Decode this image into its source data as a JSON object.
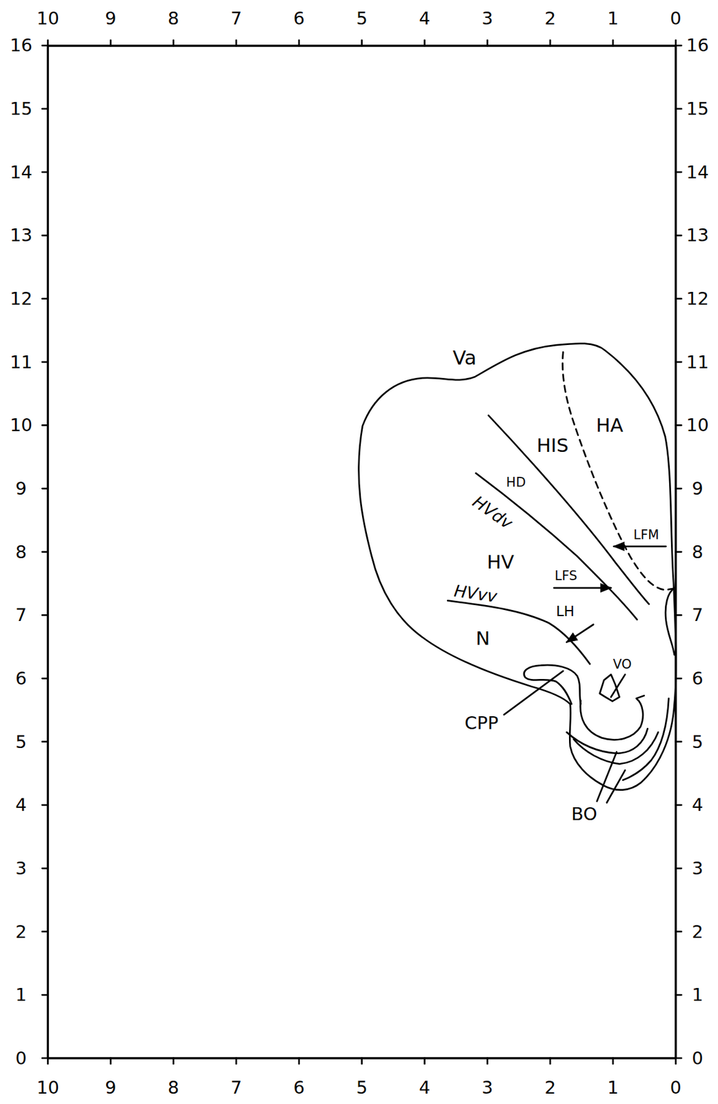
{
  "diagram": {
    "labels": [
      "10",
      "9",
      "8",
      "7",
      "6",
      "5",
      "4",
      "3",
      "2",
      "1",
      "0",
      "10",
      "9",
      "8",
      "7",
      "6",
      "5",
      "4",
      "3",
      "2",
      "1",
      "0",
      "16",
      "15",
      "14",
      "13",
      "12",
      "11",
      "10",
      "9",
      "8",
      "7",
      "6",
      "5",
      "4",
      "3",
      "2",
      "1",
      "0",
      "16",
      "15",
      "14",
      "13",
      "12",
      "11",
      "10",
      "9",
      "8",
      "7",
      "6",
      "5",
      "4",
      "3",
      "2",
      "1",
      "0",
      "Va",
      "HIS",
      "HA",
      "HD",
      "HVdv",
      "HV",
      "LFS",
      "LFM",
      "HVvv",
      "LH",
      "N",
      "VO",
      "CPP",
      "BO"
    ]
  }
}
